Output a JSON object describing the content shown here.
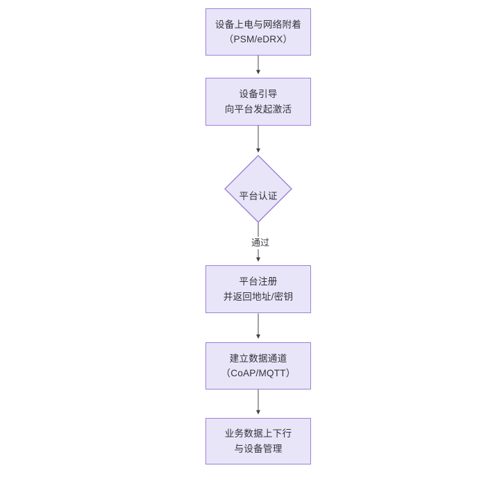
{
  "diagram": {
    "type": "flowchart",
    "orientation": "top-to-bottom",
    "background_color": "#ffffff",
    "node_fill_color": "#e9e5f9",
    "node_border_color": "#9b7fd4",
    "text_color": "#33333a",
    "edge_color": "#3f3f46",
    "nodes": [
      {
        "id": "power-on",
        "shape": "rectangle",
        "line1": "设备上电与网络附着",
        "line2": "（PSM/eDRX）"
      },
      {
        "id": "bootstrap",
        "shape": "rectangle",
        "line1": "设备引导",
        "line2": "向平台发起激活"
      },
      {
        "id": "platform-auth",
        "shape": "diamond",
        "line1": "平台认证",
        "line2": ""
      },
      {
        "id": "platform-register",
        "shape": "rectangle",
        "line1": "平台注册",
        "line2": "并返回地址/密钥"
      },
      {
        "id": "data-channel",
        "shape": "rectangle",
        "line1": "建立数据通道",
        "line2": "（CoAP/MQTT）"
      },
      {
        "id": "business-data",
        "shape": "rectangle",
        "line1": "业务数据上下行",
        "line2": "与设备管理"
      }
    ],
    "edges": [
      {
        "id": "e1",
        "from": "power-on",
        "to": "bootstrap",
        "label": ""
      },
      {
        "id": "e2",
        "from": "bootstrap",
        "to": "platform-auth",
        "label": ""
      },
      {
        "id": "e3",
        "from": "platform-auth",
        "to": "platform-register",
        "label": "通过"
      },
      {
        "id": "e4",
        "from": "platform-register",
        "to": "data-channel",
        "label": ""
      },
      {
        "id": "e5",
        "from": "data-channel",
        "to": "business-data",
        "label": ""
      }
    ]
  }
}
